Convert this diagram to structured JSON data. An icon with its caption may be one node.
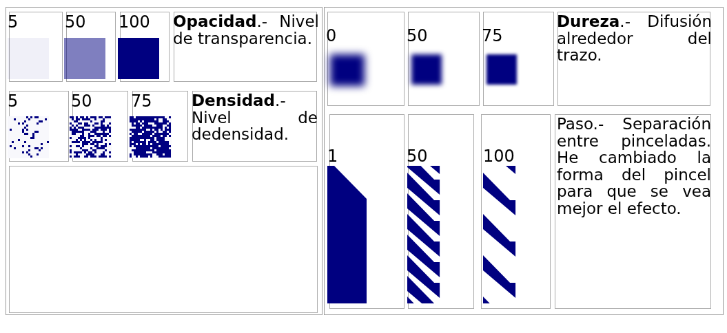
{
  "diagram": {
    "nodes": [
      {
        "text": [],
        "shape": "box"
      },
      {
        "text": [],
        "shape": "box"
      },
      {
        "text": [
          "5"
        ],
        "in": 0
      },
      {
        "text": [
          "50"
        ],
        "in": 0
      },
      {
        "text": [
          "100"
        ],
        "in": 0
      },
      {
        "text": [
          "**Opacidad**.- Nivel de transparencia."
        ],
        "in": 0
      },
      {
        "text": [
          "5"
        ],
        "in": 0
      },
      {
        "text": [
          "50"
        ],
        "in": 0
      },
      {
        "text": [
          "75"
        ],
        "in": 0
      },
      {
        "text": [
          "**Densidad**.- Nivel de dedensidad."
        ],
        "in": 0
      },
      {
        "text": [],
        "shape": "box",
        "in": 0
      },
      {
        "text": [
          "0"
        ],
        "in": 1
      },
      {
        "text": [
          "50"
        ],
        "in": 1
      },
      {
        "text": [
          "75"
        ],
        "in": 1
      },
      {
        "text": [
          "**Dureza**.- Difusión alrededor del trazo."
        ],
        "in": 1
      },
      {
        "text": [
          "1"
        ],
        "in": 1
      },
      {
        "text": [
          "50"
        ],
        "in": 1
      },
      {
        "text": [
          "100"
        ],
        "in": 1
      },
      {
        "text": [
          "Paso.- Separación entre pinceladas. He cambiado la forma del pincel para que se vea mejor el efecto."
        ],
        "in": 1
      }
    ]
  }
}
